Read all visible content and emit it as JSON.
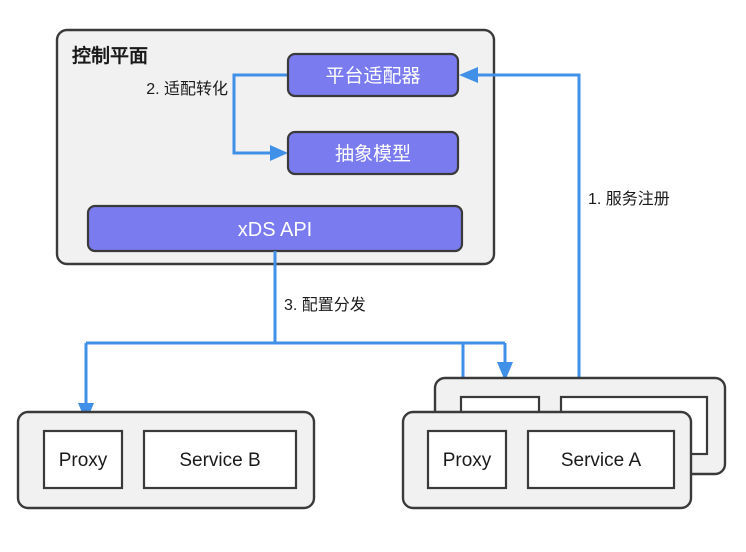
{
  "diagram": {
    "title_hidden": "",
    "control_plane": {
      "title": "控制平面",
      "components": [
        {
          "id": "platform-adapter",
          "label": "平台适配器"
        },
        {
          "id": "abstract-model",
          "label": "抽象模型"
        },
        {
          "id": "xds-api",
          "label": "xDS API"
        }
      ]
    },
    "flows": [
      {
        "id": "flow-1",
        "label": "1. 服务注册"
      },
      {
        "id": "flow-2",
        "label": "2. 适配转化"
      },
      {
        "id": "flow-3",
        "label": "3. 配置分发"
      }
    ],
    "pods": [
      {
        "id": "pod-service-b",
        "proxy_label": "Proxy",
        "service_label": "Service B",
        "stacked": false
      },
      {
        "id": "pod-service-a",
        "proxy_label": "Proxy",
        "service_label": "Service A",
        "stacked": true
      }
    ],
    "colors": {
      "component_fill": "#7b7bf0",
      "container_fill": "#f1f1f1",
      "border": "#3a3a3a",
      "arrow": "#4190e8",
      "inner_fill": "#ffffff",
      "text": "#1a1a1a"
    }
  }
}
